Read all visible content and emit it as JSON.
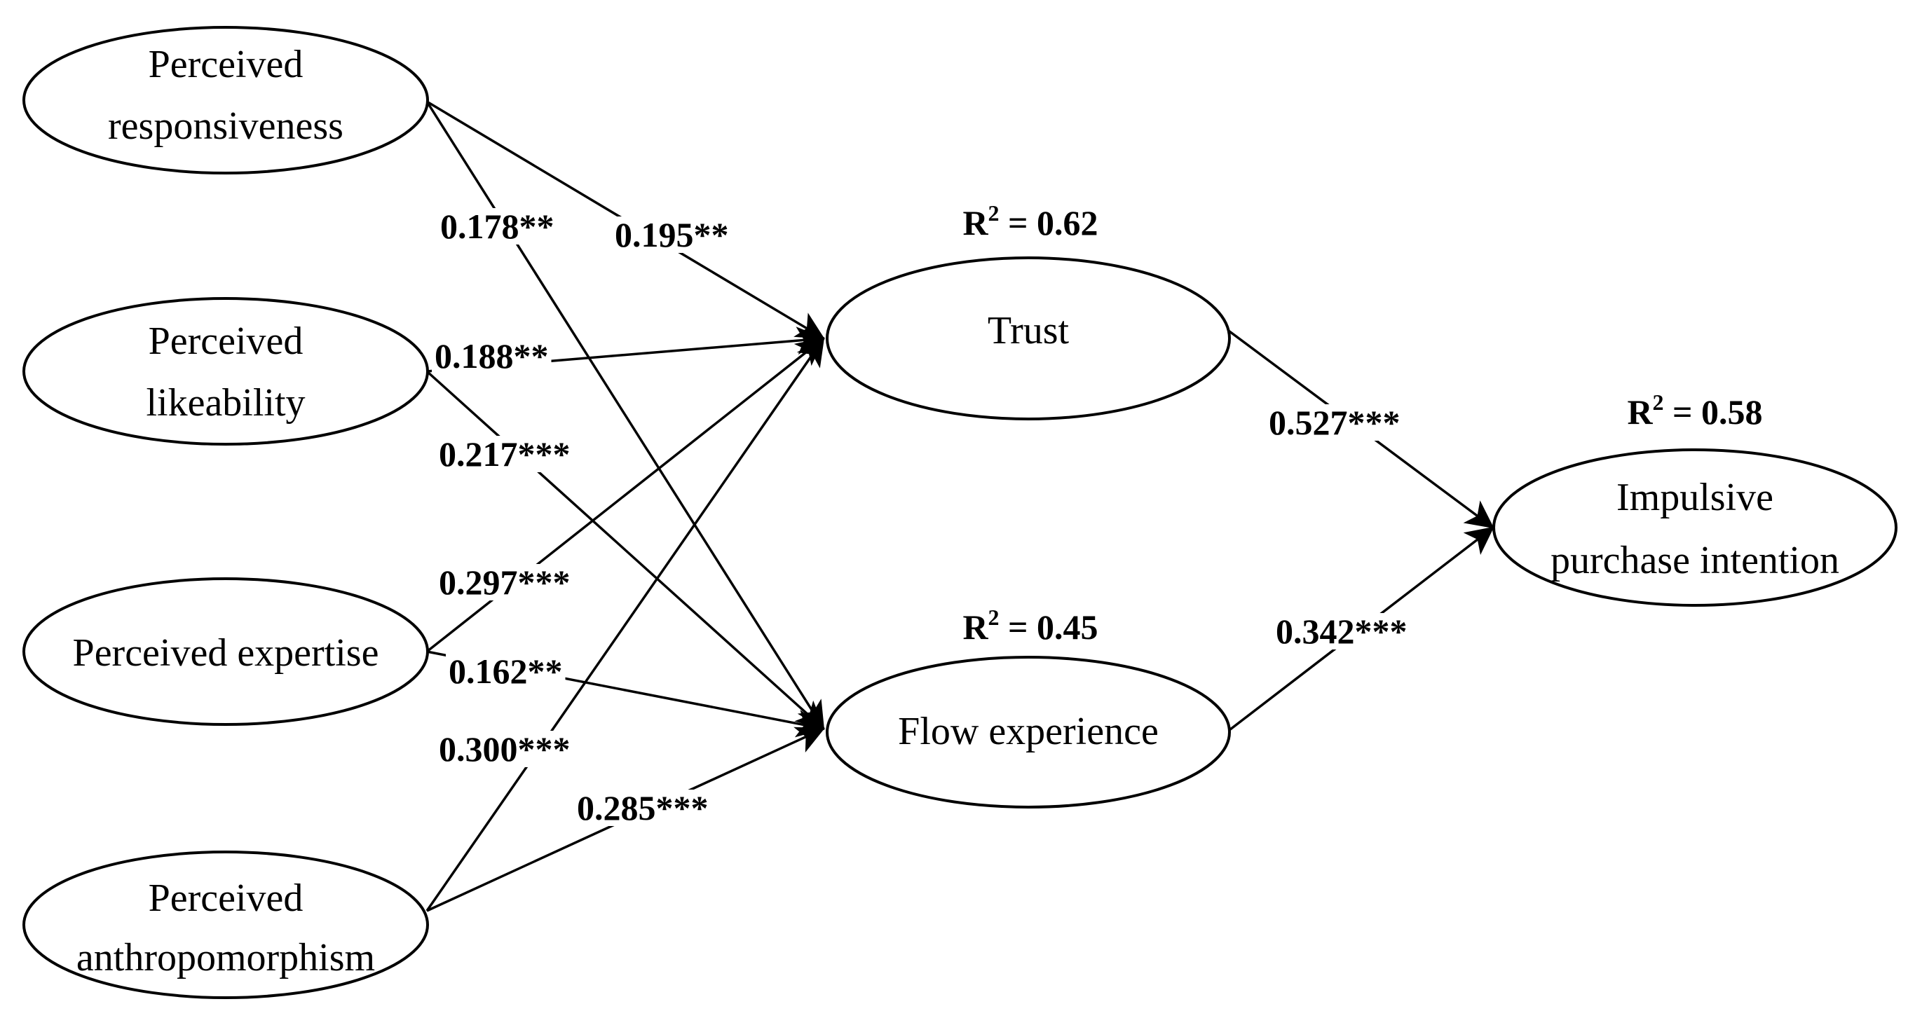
{
  "nodes": {
    "responsiveness": {
      "lines": [
        "Perceived",
        "responsiveness"
      ]
    },
    "likeability": {
      "lines": [
        "Perceived",
        "likeability"
      ]
    },
    "expertise": {
      "lines": [
        "Perceived expertise"
      ]
    },
    "anthropomorphism": {
      "lines": [
        "Perceived",
        "anthropomorphism"
      ]
    },
    "trust": {
      "lines": [
        "Trust"
      ]
    },
    "flow": {
      "lines": [
        "Flow experience"
      ]
    },
    "impulsive": {
      "lines": [
        "Impulsive",
        "purchase intention"
      ]
    }
  },
  "r_squared": {
    "trust": {
      "prefix": "R",
      "sup": "2",
      "suffix": " = 0.62"
    },
    "flow": {
      "prefix": "R",
      "sup": "2",
      "suffix": " = 0.45"
    },
    "impulsive": {
      "prefix": "R",
      "sup": "2",
      "suffix": " = 0.58"
    }
  },
  "paths": [
    {
      "id": "resp-trust",
      "from": "responsiveness",
      "to": "trust",
      "coefficient": "0.195**"
    },
    {
      "id": "resp-flow",
      "from": "responsiveness",
      "to": "flow",
      "coefficient": "0.178**"
    },
    {
      "id": "like-trust",
      "from": "likeability",
      "to": "trust",
      "coefficient": "0.188**"
    },
    {
      "id": "like-flow",
      "from": "likeability",
      "to": "flow",
      "coefficient": "0.217***"
    },
    {
      "id": "exp-trust",
      "from": "expertise",
      "to": "trust",
      "coefficient": "0.297***"
    },
    {
      "id": "exp-flow",
      "from": "expertise",
      "to": "flow",
      "coefficient": "0.162**"
    },
    {
      "id": "anth-trust",
      "from": "anthropomorphism",
      "to": "trust",
      "coefficient": "0.300***"
    },
    {
      "id": "anth-flow",
      "from": "anthropomorphism",
      "to": "flow",
      "coefficient": "0.285***"
    },
    {
      "id": "trust-imp",
      "from": "trust",
      "to": "impulsive",
      "coefficient": "0.527***"
    },
    {
      "id": "flow-imp",
      "from": "flow",
      "to": "impulsive",
      "coefficient": "0.342***"
    }
  ]
}
